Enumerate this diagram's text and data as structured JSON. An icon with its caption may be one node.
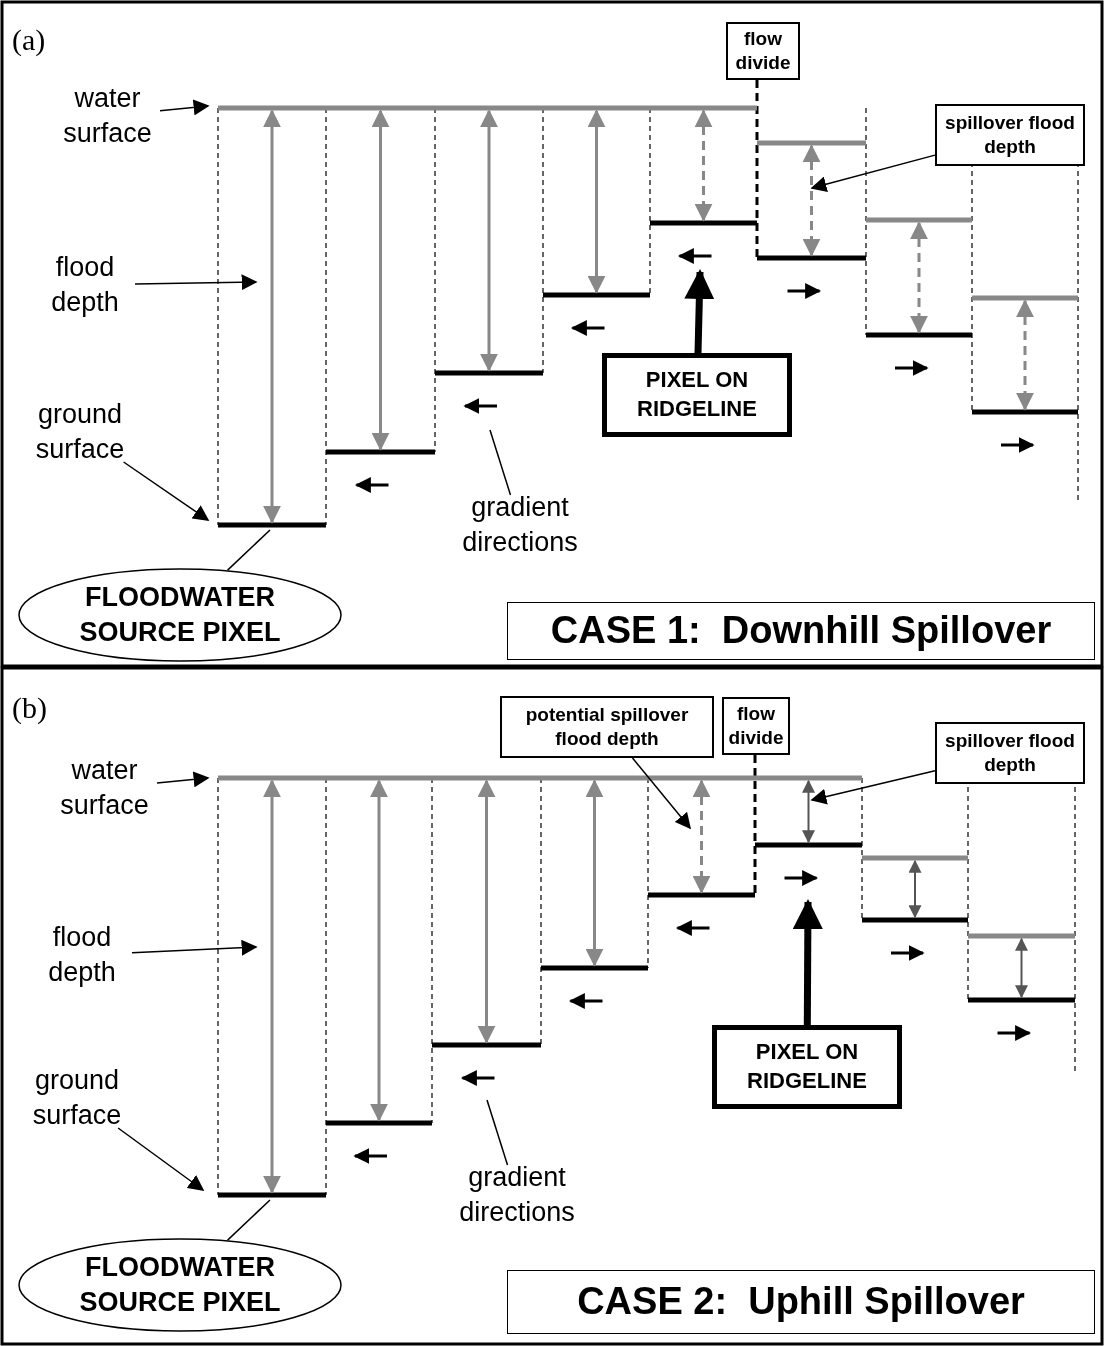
{
  "diagram": {
    "nodes": [
      {
        "text": [
          "water surface"
        ]
      },
      {
        "text": [
          "flood depth"
        ]
      },
      {
        "text": [
          "ground surface"
        ]
      },
      {
        "text": [
          "gradient directions"
        ]
      },
      {
        "text": [
          "FLOODWATER SOURCE PIXEL"
        ]
      },
      {
        "text": [
          "PIXEL ON RIDGELINE"
        ]
      },
      {
        "text": [
          "flow divide"
        ]
      },
      {
        "text": [
          "spillover flood depth"
        ]
      },
      {
        "text": [
          "CASE 1:  Downhill Spillover"
        ]
      },
      {
        "text": [
          "water surface"
        ]
      },
      {
        "text": [
          "flood depth"
        ]
      },
      {
        "text": [
          "ground surface"
        ]
      },
      {
        "text": [
          "gradient directions"
        ]
      },
      {
        "text": [
          "FLOODWATER SOURCE PIXEL"
        ]
      },
      {
        "text": [
          "potential spillover flood depth"
        ]
      },
      {
        "text": [
          "flow divide"
        ]
      },
      {
        "text": [
          "spillover flood depth"
        ]
      },
      {
        "text": [
          "PIXEL ON RIDGELINE"
        ]
      },
      {
        "text": [
          "CASE 2:  Uphill Spillover"
        ]
      }
    ],
    "edges": [
      {
        "from": 0,
        "to": null,
        "arrow": "to"
      },
      {
        "from": 1,
        "to": null,
        "arrow": "to"
      },
      {
        "from": 2,
        "to": null,
        "arrow": "to"
      },
      {
        "from": 3,
        "to": null,
        "arrow": "none"
      },
      {
        "from": 4,
        "to": null,
        "arrow": "none"
      },
      {
        "from": 5,
        "to": null,
        "arrow": "to",
        "style": "thick"
      },
      {
        "from": 7,
        "to": null,
        "arrow": "to"
      },
      {
        "from": 9,
        "to": null,
        "arrow": "to"
      },
      {
        "from": 10,
        "to": null,
        "arrow": "to"
      },
      {
        "from": 11,
        "to": null,
        "arrow": "to"
      },
      {
        "from": 12,
        "to": null,
        "arrow": "none"
      },
      {
        "from": 13,
        "to": null,
        "arrow": "none"
      },
      {
        "from": 14,
        "to": null,
        "arrow": "to"
      },
      {
        "from": 16,
        "to": null,
        "arrow": "to"
      },
      {
        "from": 17,
        "to": null,
        "arrow": "to",
        "style": "thick"
      }
    ],
    "labels": [
      "(a)",
      "(b)"
    ]
  }
}
